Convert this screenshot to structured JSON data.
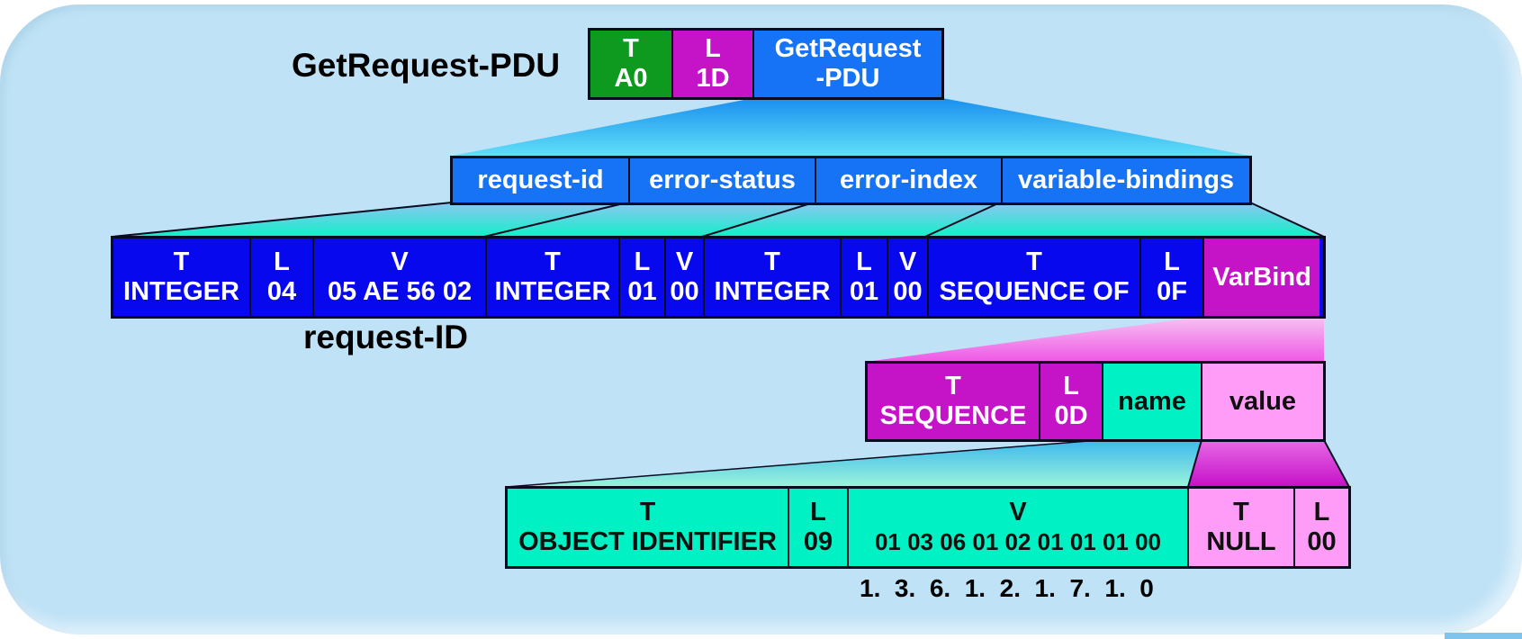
{
  "colors": {
    "panel": "#bfe2f6",
    "tag_green": "#0e9a1e",
    "length_magenta": "#c514c8",
    "pdu_blue": "#1673f6",
    "field_blue": "#0808ee",
    "name_cyan": "#00f2c4",
    "value_pink": "#ff9cf8",
    "border": "#0b0b20"
  },
  "labels": {
    "pdu": "GetRequest-PDU",
    "request_id": "request-ID",
    "oid_decoded": "1.  3.  6.  1.  2.  1.  7.  1.  0"
  },
  "pdu_header": [
    {
      "top": "T",
      "bottom": "A0"
    },
    {
      "top": "L",
      "bottom": "1D"
    },
    {
      "top": "GetRequest",
      "bottom": "-PDU"
    }
  ],
  "pdu_fields": [
    "request-id",
    "error-status",
    "error-index",
    "variable-bindings"
  ],
  "encoding_row": [
    {
      "top": "T",
      "bottom": "INTEGER"
    },
    {
      "top": "L",
      "bottom": "04"
    },
    {
      "top": "V",
      "bottom": "05 AE 56 02"
    },
    {
      "top": "T",
      "bottom": "INTEGER"
    },
    {
      "top": "L",
      "bottom": "01"
    },
    {
      "top": "V",
      "bottom": "00"
    },
    {
      "top": "T",
      "bottom": "INTEGER"
    },
    {
      "top": "L",
      "bottom": "01"
    },
    {
      "top": "V",
      "bottom": "00"
    },
    {
      "top": "T",
      "bottom": "SEQUENCE OF"
    },
    {
      "top": "L",
      "bottom": "0F"
    },
    {
      "top": "VarBind"
    }
  ],
  "varbind_row": [
    {
      "top": "T",
      "bottom": "SEQUENCE"
    },
    {
      "top": "L",
      "bottom": "0D"
    },
    {
      "top": "name"
    },
    {
      "top": "value"
    }
  ],
  "name_value_row": [
    {
      "top": "T",
      "bottom": "OBJECT IDENTIFIER"
    },
    {
      "top": "L",
      "bottom": "09"
    },
    {
      "top": "V",
      "bottom": "01 03 06 01 02 01 01 01 00"
    },
    {
      "top": "T",
      "bottom": "NULL"
    },
    {
      "top": "L",
      "bottom": "00"
    }
  ]
}
